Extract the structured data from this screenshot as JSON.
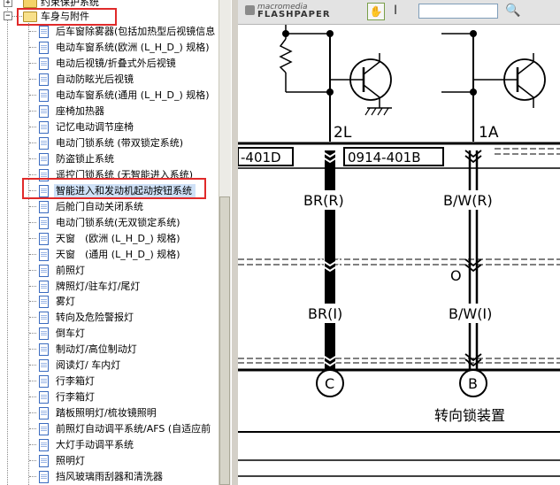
{
  "tree": {
    "top_item": "约束保护系统",
    "folder": "车身与附件",
    "items": [
      "后车窗除雾器(包括加热型后视镜信息",
      "电动车窗系统(欧洲 (L_H_D_) 规格)",
      "电动后视镜/折叠式外后视镜",
      "自动防眩光后视镜",
      "电动车窗系统(通用 (L_H_D_) 规格)",
      "座椅加热器",
      "记忆电动调节座椅",
      "电动门锁系统 (带双锁定系统)",
      "防盗锁止系统",
      "遥控门锁系统 (无智能进入系统)",
      "智能进入和发动机起动按钮系统",
      "后舱门自动关闭系统",
      "电动门锁系统(无双锁定系统)",
      "天窗　(欧洲 (L_H_D_) 规格)",
      "天窗　(通用 (L_H_D_) 规格)",
      "前照灯",
      "牌照灯/驻车灯/尾灯",
      "雾灯",
      "转向及危险警报灯",
      "倒车灯",
      "制动灯/高位制动灯",
      "阅读灯/ 车内灯",
      "行李箱灯",
      "行李箱灯",
      "踏板照明灯/梳妆镜照明",
      "前照灯自动调平系统/AFS (自适应前",
      "大灯手动调平系统",
      "照明灯",
      "挡风玻璃雨刮器和清洗器"
    ]
  },
  "viewer": {
    "logo_top": "macromedia",
    "logo_bottom": "FLASHPAPER",
    "hand_icon": "✋",
    "text_cursor_icon": "I",
    "search_value": "",
    "search_icon": "🔍"
  },
  "diagram": {
    "label_2l": "2L",
    "label_1a": "1A",
    "connector_left": "-401D",
    "connector_right": "0914-401B",
    "wire_left_top": "BR(R)",
    "wire_right_top": "B/W(R)",
    "wire_left_bottom": "BR(I)",
    "wire_right_bottom": "B/W(I)",
    "o_mark": "O",
    "node_c": "C",
    "node_b": "B",
    "caption": "转向锁装置"
  }
}
